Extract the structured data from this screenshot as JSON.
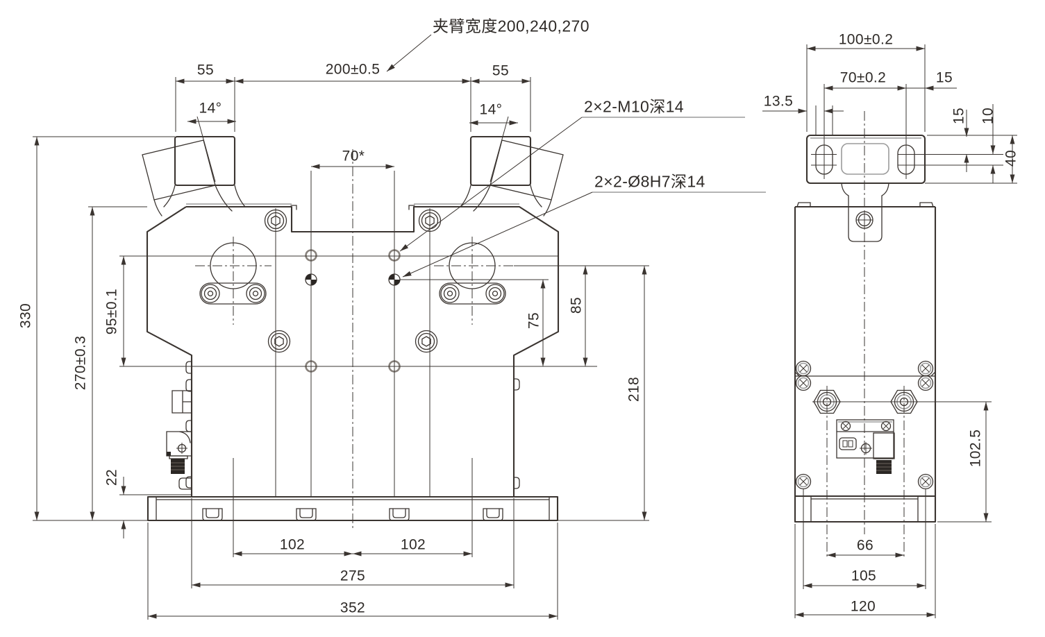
{
  "note": "夹臂宽度200,240,270",
  "callouts": {
    "m10": "2×2-M10深14",
    "pin": "2×2-Ø8H7深14"
  },
  "front": {
    "d55l": "55",
    "d200": "200±0.5",
    "d55r": "55",
    "a14l": "14°",
    "a14r": "14°",
    "d70": "70*",
    "d330": "330",
    "d270": "270±0.3",
    "d95": "95±0.1",
    "d22": "22",
    "d75": "75",
    "d85": "85",
    "d218": "218",
    "d102l": "102",
    "d102r": "102",
    "d275": "275",
    "d352": "352"
  },
  "side": {
    "d100": "100±0.2",
    "d70": "70±0.2",
    "d15": "15",
    "d135": "13.5",
    "d15v": "15",
    "d10": "10",
    "d40": "40",
    "d1025": "102.5",
    "d66": "66",
    "d105": "105",
    "d120": "120"
  },
  "colors": {
    "line": "#3a3430",
    "text": "#2e2a27",
    "gray": "#9b9b9b",
    "bg": "#ffffff"
  }
}
